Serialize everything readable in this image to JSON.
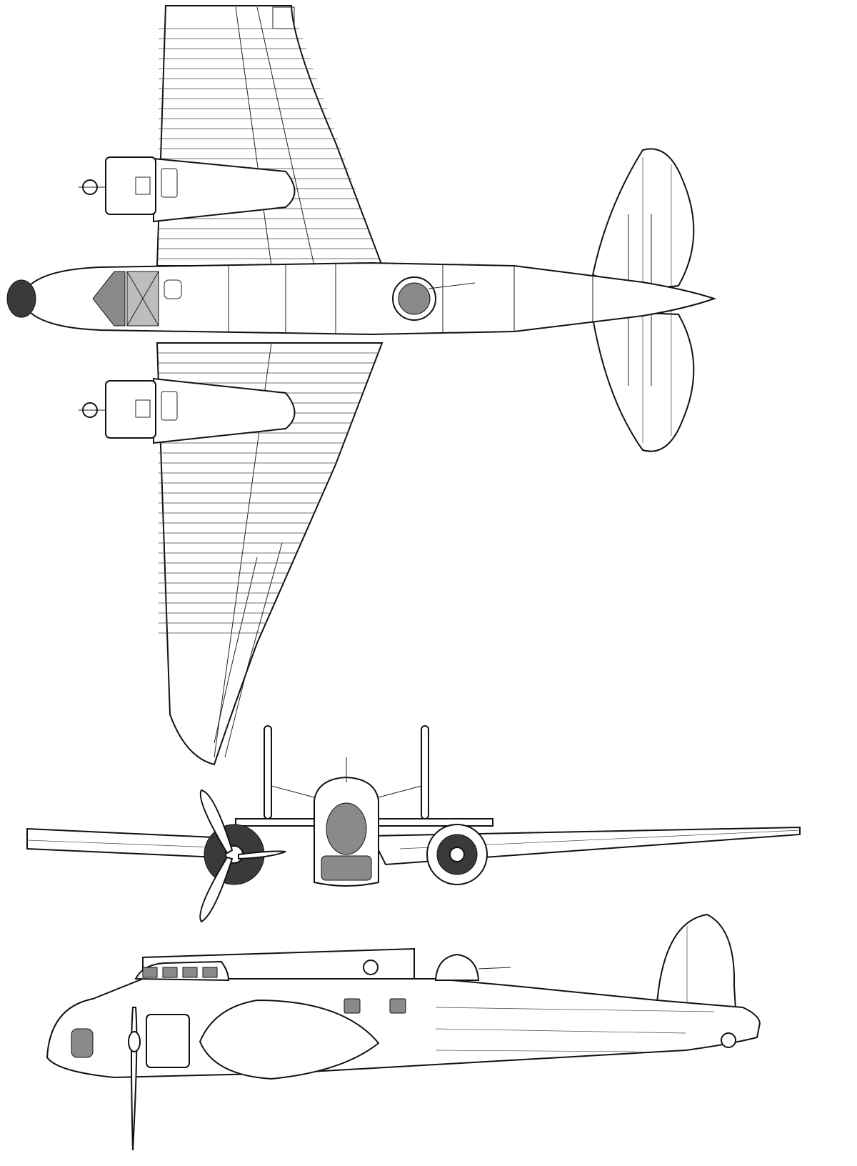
{
  "drawing": {
    "views": [
      "top",
      "front",
      "side"
    ],
    "colors": {
      "line": "#111111",
      "glass": "#8a8a8a",
      "dark": "#3a3a3a",
      "background": "#ffffff"
    }
  }
}
